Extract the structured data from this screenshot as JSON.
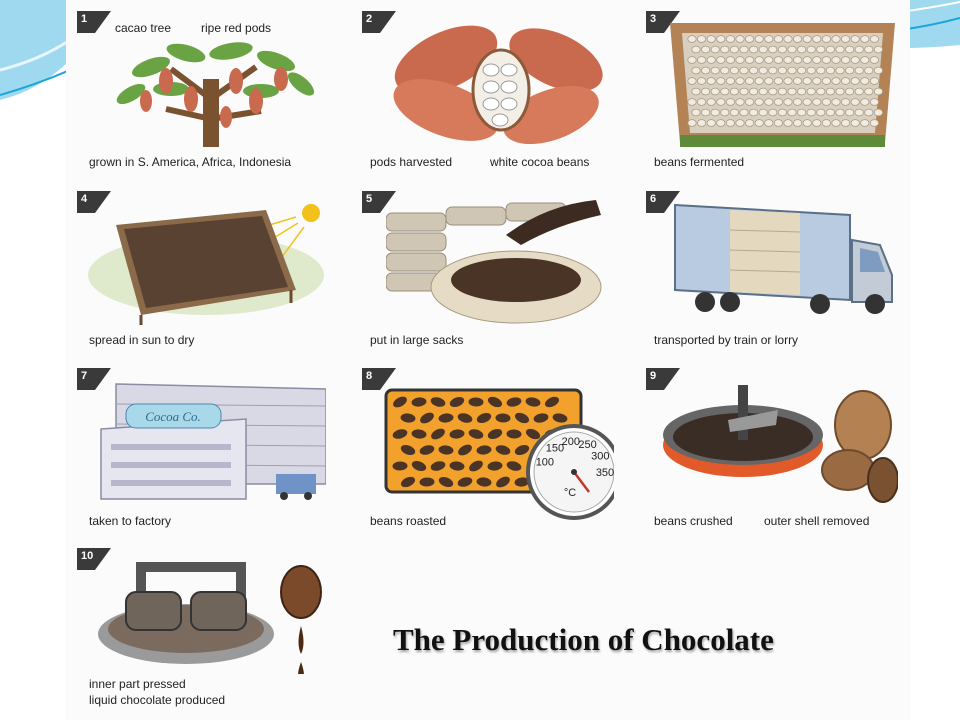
{
  "title": "The Production of Chocolate",
  "steps": [
    {
      "number": "1",
      "captions": [
        "cacao tree",
        "ripe red pods",
        "grown in S. America, Africa, Indonesia"
      ]
    },
    {
      "number": "2",
      "captions": [
        "pods harvested",
        "white cocoa beans"
      ]
    },
    {
      "number": "3",
      "captions": [
        "beans fermented"
      ]
    },
    {
      "number": "4",
      "captions": [
        "spread in sun to dry"
      ]
    },
    {
      "number": "5",
      "captions": [
        "put in large sacks"
      ]
    },
    {
      "number": "6",
      "captions": [
        "transported by train or lorry"
      ]
    },
    {
      "number": "7",
      "captions": [
        "taken to factory"
      ],
      "sign": "Cocoa Co."
    },
    {
      "number": "8",
      "captions": [
        "beans roasted"
      ],
      "dial": {
        "values": [
          "100",
          "150",
          "200",
          "250",
          "300",
          "350"
        ],
        "unit": "°C"
      }
    },
    {
      "number": "9",
      "captions": [
        "beans crushed",
        "outer shell removed"
      ]
    },
    {
      "number": "10",
      "captions": [
        "inner part pressed",
        "liquid chocolate produced"
      ]
    }
  ],
  "colors": {
    "badge": "#3a3a3a",
    "pod": "#c96a4e",
    "leaf": "#6aa343",
    "bean": "#4a3426",
    "accent": "#1aa6d8"
  }
}
